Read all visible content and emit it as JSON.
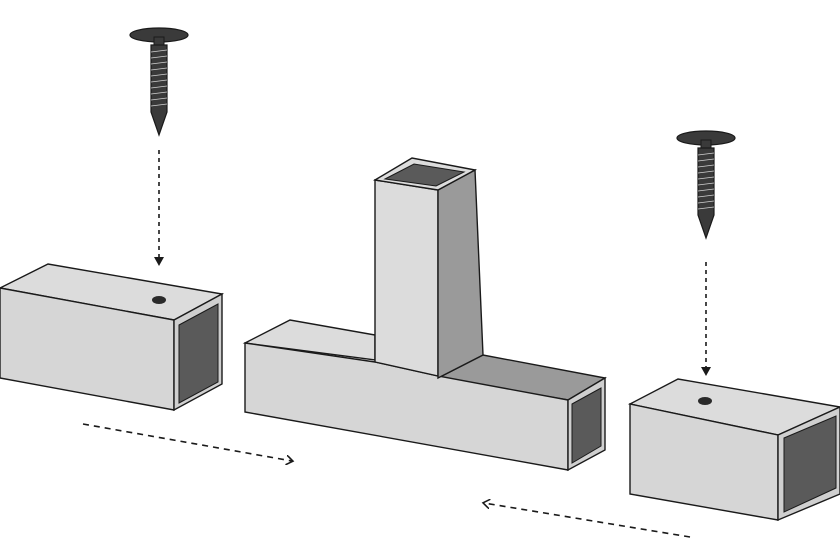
{
  "diagram": {
    "colors": {
      "face_light": "#dcdcdc",
      "face_mid": "#cfcfcf",
      "face_dark": "#9a9a9a",
      "interior": "#5a5a5a",
      "outline": "#1a1a1a",
      "screw": "#3a3a3a",
      "background": "#ffffff"
    },
    "components": [
      {
        "id": "left-tube",
        "kind": "square-tube"
      },
      {
        "id": "tee-connector",
        "kind": "tee-fitting"
      },
      {
        "id": "right-tube",
        "kind": "square-tube"
      },
      {
        "id": "left-screw",
        "kind": "screw-icon"
      },
      {
        "id": "right-screw",
        "kind": "screw-icon"
      }
    ],
    "arrows": [
      {
        "id": "left-screw-insert",
        "direction": "down"
      },
      {
        "id": "right-screw-insert",
        "direction": "down"
      },
      {
        "id": "left-tube-slide",
        "direction": "right"
      },
      {
        "id": "right-tube-slide",
        "direction": "left"
      }
    ]
  }
}
